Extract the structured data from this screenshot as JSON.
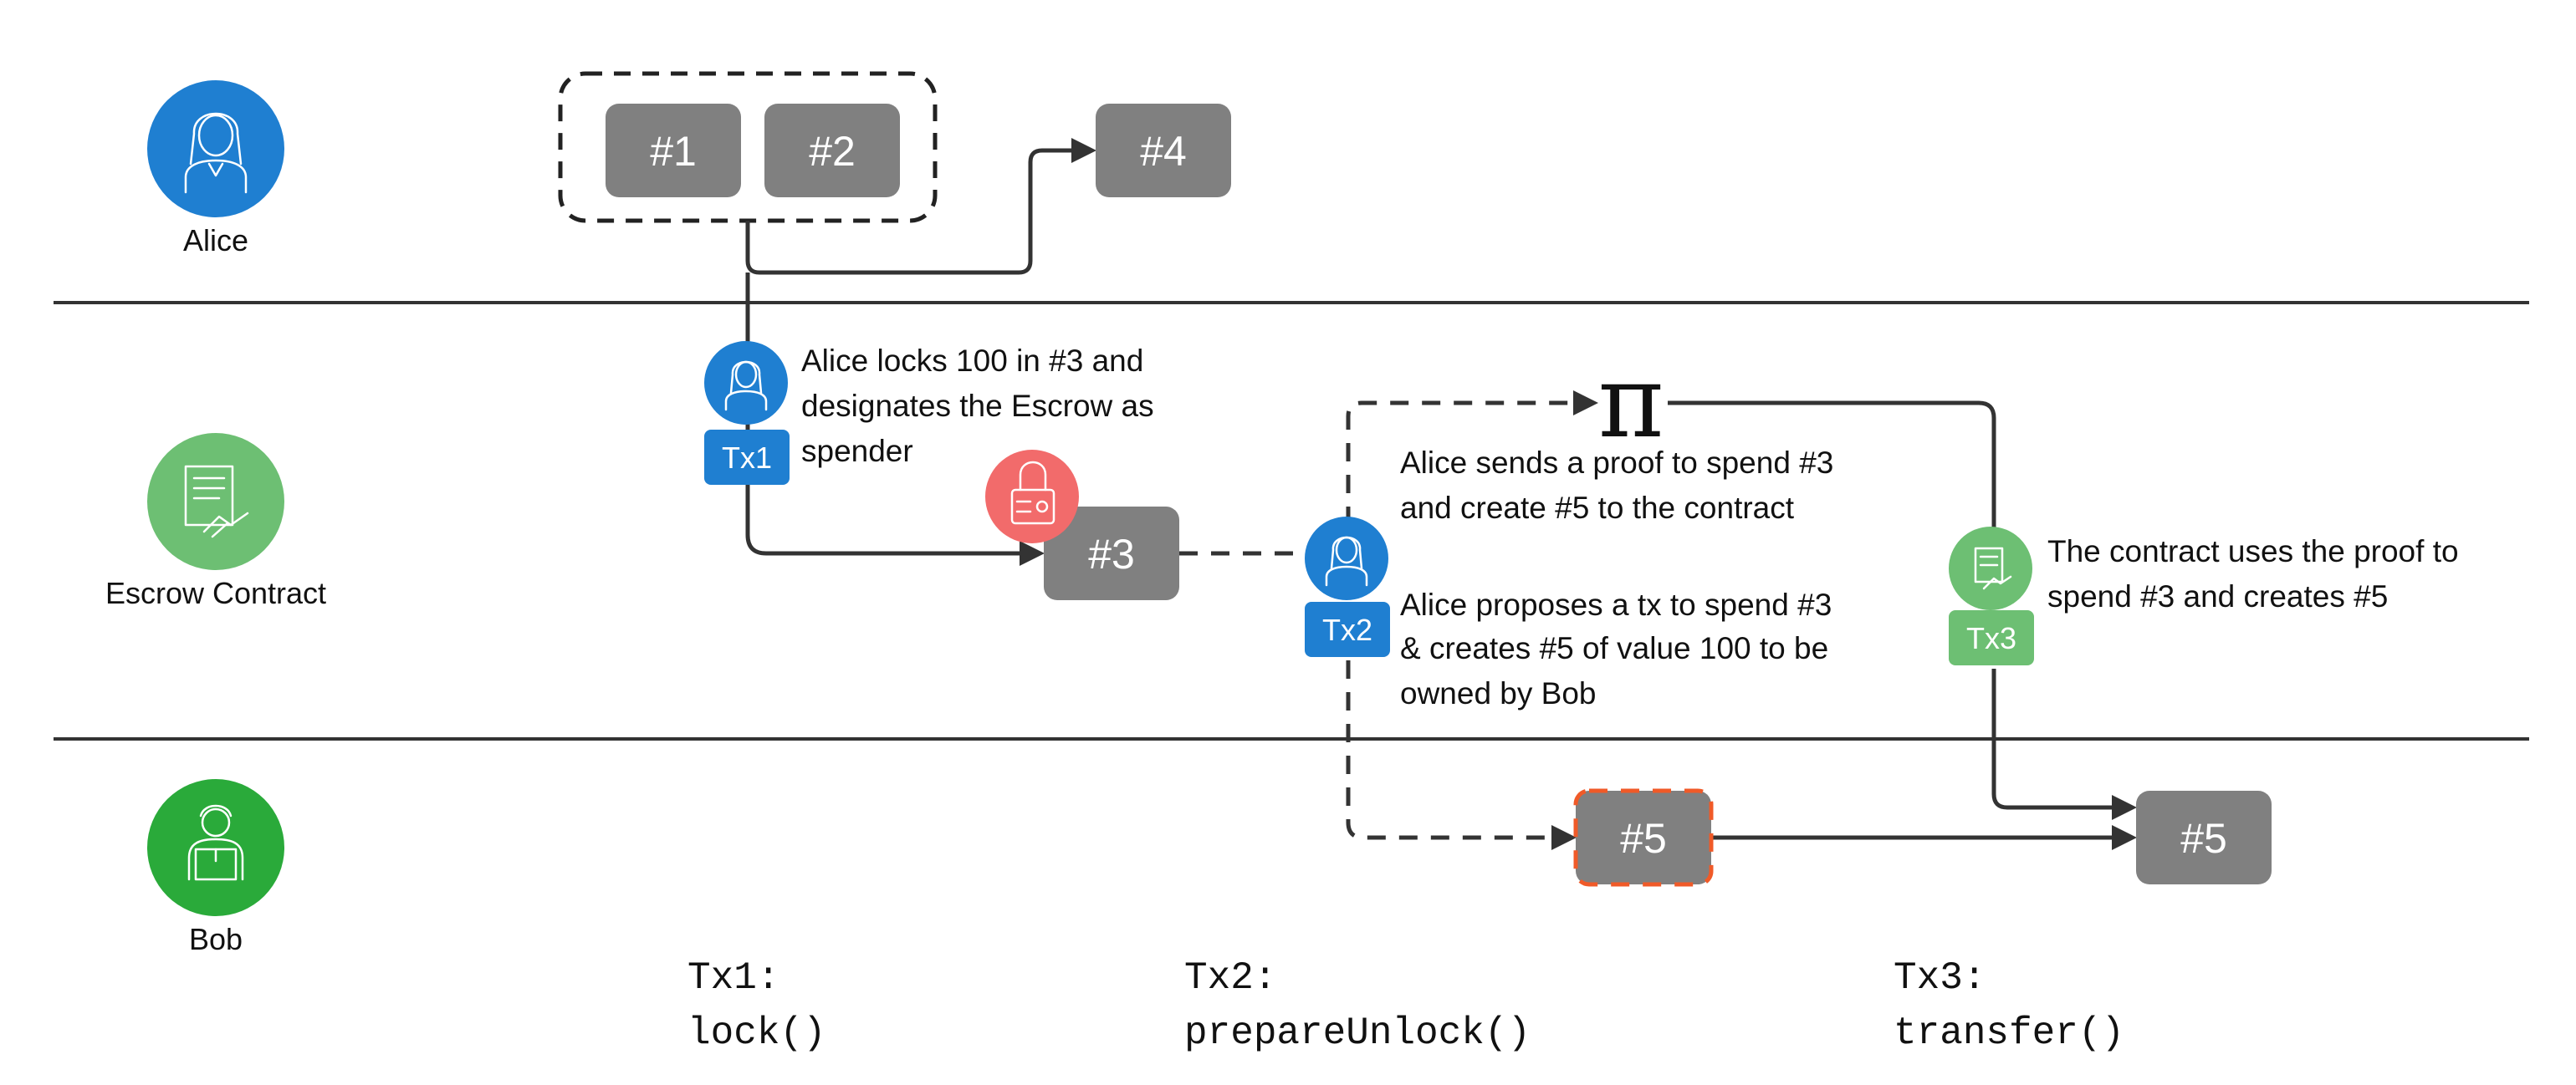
{
  "lanes": {
    "alice": {
      "label": "Alice",
      "color": "#1f7fd1"
    },
    "escrow": {
      "label": "Escrow Contract",
      "color": "#6dbf73"
    },
    "bob": {
      "label": "Bob",
      "color": "#2aaa3a"
    }
  },
  "tokens": {
    "t1": "#1",
    "t2": "#2",
    "t4": "#4",
    "t3": "#3",
    "t5_pending": "#5",
    "t5_final": "#5"
  },
  "transactions": {
    "tx1": {
      "tag": "Tx1",
      "note": [
        "Alice locks 100 in #3 and",
        "designates the Escrow as",
        "spender"
      ]
    },
    "tx2": {
      "tag": "Tx2",
      "proof_note": [
        "Alice sends a proof to spend #3",
        "and create #5 to the contract"
      ],
      "note": [
        "Alice proposes a tx to spend #3",
        "& creates #5 of value 100 to be",
        "owned by Bob"
      ]
    },
    "tx3": {
      "tag": "Tx3",
      "note": [
        "The contract uses the proof to",
        "spend #3 and creates #5"
      ]
    }
  },
  "proof_symbol": "π",
  "code_labels": {
    "tx1": {
      "line1": "Tx1:",
      "line2": "lock()"
    },
    "tx2": {
      "line1": "Tx2:",
      "line2": "prepareUnlock()"
    },
    "tx3": {
      "line1": "Tx3:",
      "line2": "transfer()"
    }
  },
  "colors": {
    "token_fill": "#808080",
    "lock_badge": "#f26b6b",
    "pending_border": "#f05a28",
    "connector": "#333333"
  }
}
